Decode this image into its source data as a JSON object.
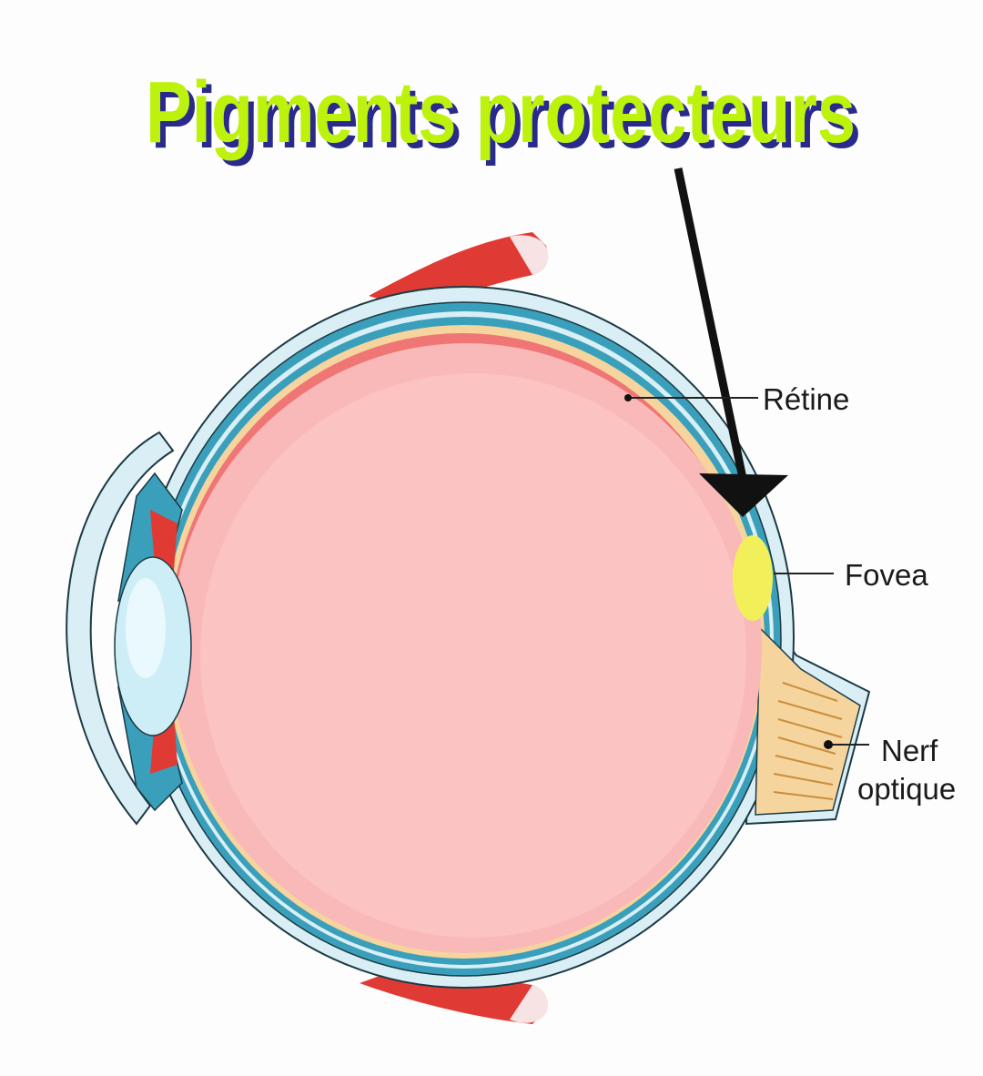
{
  "title": "Pigments protecteurs",
  "labels": {
    "retina": "Rétine",
    "fovea": "Fovea",
    "optic_nerve_line1": "Nerf",
    "optic_nerve_line2": "optique"
  },
  "colors": {
    "title": "#bdf20a",
    "title_shadow": "#2b2a8c",
    "sclera": "#d9eff5",
    "choroid": "#3a9fba",
    "beige": "#f6d49e",
    "retina": "#ef7674",
    "vitreous": "#f9b9b8",
    "fovea": "#f2f05a",
    "muscle": "#e03a34"
  }
}
